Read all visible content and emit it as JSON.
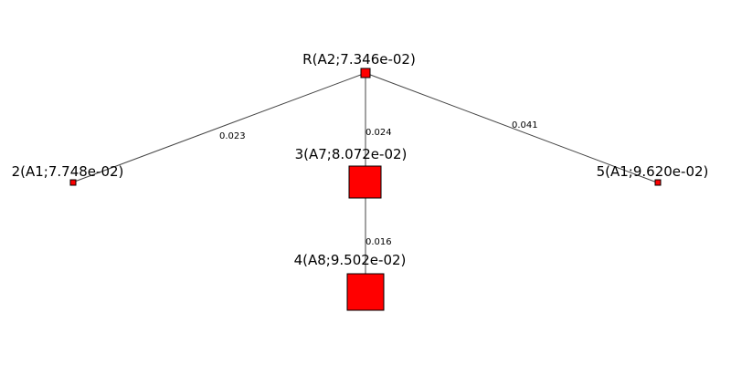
{
  "tree": {
    "node_color": "#ff0000",
    "edge_color": "#444444",
    "nodes": {
      "root": {
        "label": "R(A2;7.346e-02)"
      },
      "n2": {
        "label": "2(A1;7.748e-02)"
      },
      "n3": {
        "label": "3(A7;8.072e-02)"
      },
      "n4": {
        "label": "4(A8;9.502e-02)"
      },
      "n5": {
        "label": "5(A1;9.620e-02)"
      }
    },
    "edges": {
      "root_n2": {
        "label": "0.023"
      },
      "root_n3": {
        "label": "0.024"
      },
      "root_n5": {
        "label": "0.041"
      },
      "n3_n4": {
        "label": "0.016"
      }
    }
  }
}
